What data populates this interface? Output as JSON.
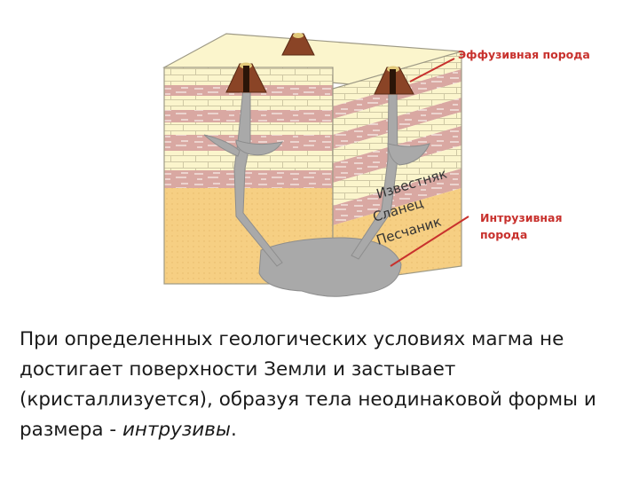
{
  "diagram": {
    "labels": {
      "effusive": "Эффузивная порода",
      "intrusive_line1": "Интрузивная",
      "intrusive_line2": "порода"
    },
    "layers": {
      "limestone": "Известняк",
      "shale": "Сланец",
      "sandstone": "Песчаник"
    },
    "colors": {
      "cream": "#fbf5cc",
      "pink": "#d9a8a2",
      "sand": "#f6cf83",
      "magma": "#a9a9a9",
      "lava": "#7b3b1f",
      "callout": "#c8312d"
    }
  },
  "caption": {
    "text": "При определенных геологических условиях магма не достигает поверхности Земли и застывает (кристаллизуется), образуя тела неодинаковой формы и размера - ",
    "emphasis": "интрузивы",
    "end": "."
  }
}
